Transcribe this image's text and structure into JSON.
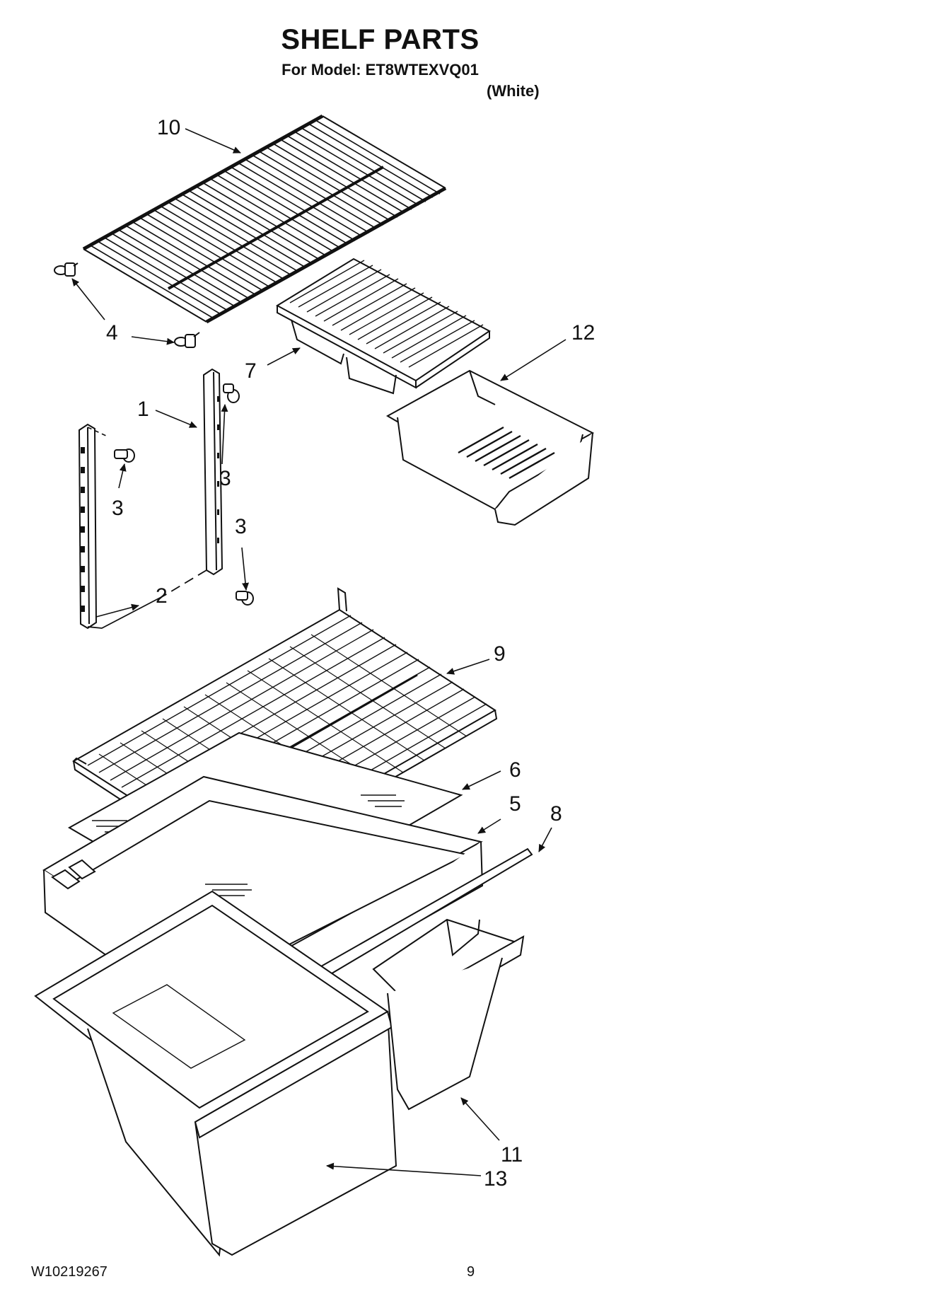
{
  "header": {
    "title": "SHELF PARTS",
    "model_line": "For Model: ET8WTEXVQ01",
    "color": "(White)"
  },
  "callouts": {
    "c1": "1",
    "c2": "2",
    "c3a": "3",
    "c3b": "3",
    "c3c": "3",
    "c4": "4",
    "c5": "5",
    "c6": "6",
    "c7": "7",
    "c8": "8",
    "c9": "9",
    "c10": "10",
    "c11": "11",
    "c12": "12",
    "c13": "13"
  },
  "footer": {
    "doc_number": "W10219267",
    "page_number": "9"
  }
}
